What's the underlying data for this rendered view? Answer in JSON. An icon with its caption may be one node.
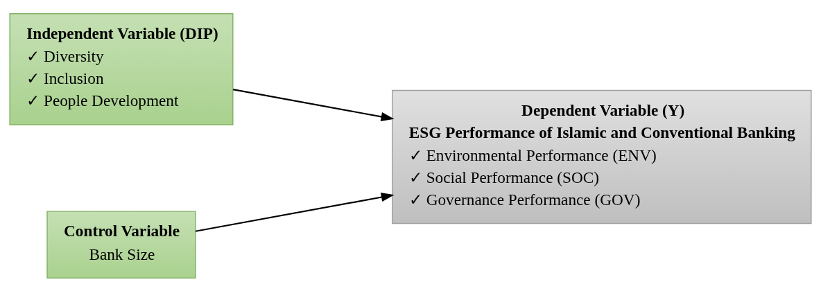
{
  "diagram": {
    "nodes": [
      {
        "text": [
          "Independent Variable (DIP)",
          "✓ Diversity",
          "✓ Inclusion",
          "✓ People Development"
        ]
      },
      {
        "text": [
          "Dependent Variable (Y)",
          "ESG Performance of Islamic and Conventional Banking",
          "✓ Environmental Performance (ENV)",
          "✓ Social Performance (SOC)",
          "✓ Governance Performance (GOV)"
        ]
      },
      {
        "text": [
          "Control Variable",
          "Bank Size"
        ]
      }
    ],
    "edges": [
      {
        "from": 0,
        "to": 1,
        "arrow": "to"
      },
      {
        "from": 2,
        "to": 1,
        "arrow": "to"
      }
    ]
  }
}
